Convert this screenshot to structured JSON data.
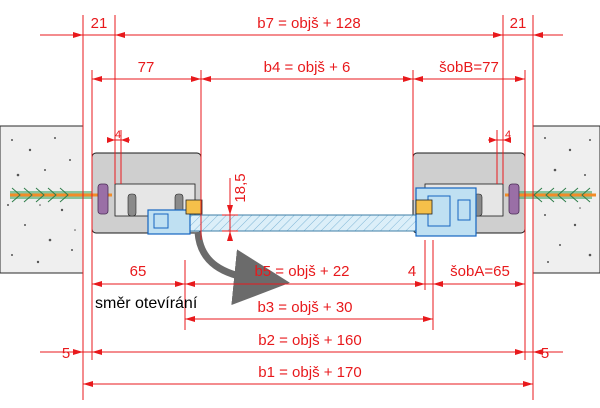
{
  "dimensions": {
    "left_overlap": "21",
    "b7": "b7 = objš + 128",
    "right_overlap": "21",
    "left_profile": "77",
    "b4": "b4 = objš + 6",
    "right_profile": "šobB=77",
    "left_gap": "4",
    "right_gap": "4",
    "leaf_thickness": "18,5",
    "left_leaf": "65",
    "b5": "b5 = objš + 22",
    "small_gap": "4",
    "right_leaf": "šobA=65",
    "b3": "b3 = objš + 30",
    "left_edge": "5",
    "b2": "b2 = objš + 160",
    "right_edge": "5",
    "b1": "b1 = objš + 170"
  },
  "opening_label": "směr otevírání",
  "colors": {
    "dimension": "#e8191c",
    "wall_fill": "#efefef",
    "frame_fill": "#cfcfcf",
    "glass": "#bfe0f2",
    "fastener": "#f28c28",
    "anchor": "#2ea05a",
    "hardware": "#1565c0",
    "arrow": "#6b6b6b"
  }
}
